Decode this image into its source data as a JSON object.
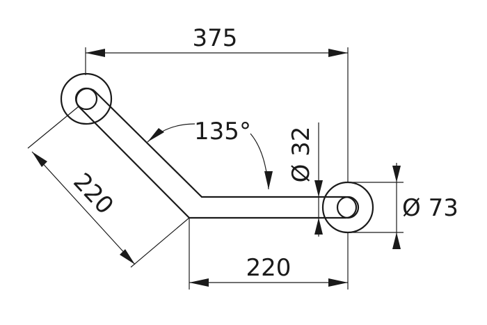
{
  "drawing": {
    "dimensions": {
      "overall_width": "375",
      "angle": "135°",
      "tube_diameter": "Ø 32",
      "flange_diameter": "Ø 73",
      "angled_leg_length": "220",
      "straight_leg_length": "220"
    },
    "colors": {
      "line": "#1a1a1a",
      "background": "#ffffff"
    }
  }
}
